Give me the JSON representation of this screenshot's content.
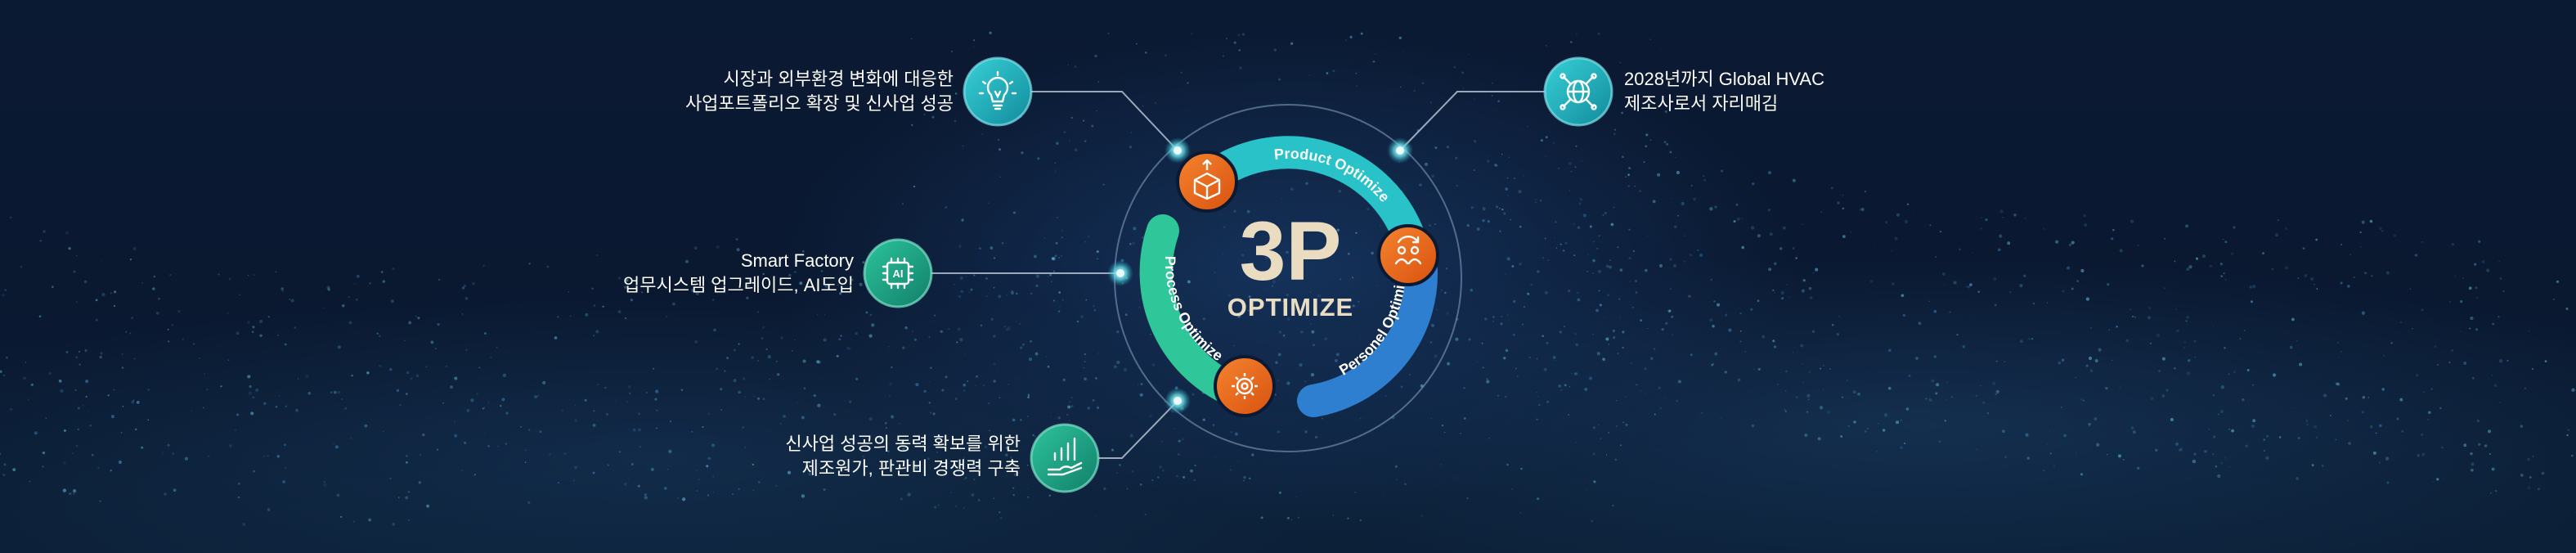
{
  "center": {
    "title": "3P",
    "subtitle": "OPTIMIZE"
  },
  "arcs": {
    "product": "Product Optimize",
    "personal": "Personel Optimize",
    "process": "Process Optimize"
  },
  "callouts": {
    "top_left": {
      "line1": "시장과 외부환경 변화에 대응한",
      "line2": "사업포트폴리오 확장 및 신사업 성공",
      "icon": "lightbulb-icon"
    },
    "mid_left": {
      "line1": "Smart Factory",
      "line2": "업무시스템 업그레이드, AI도입",
      "icon": "ai-chip-icon"
    },
    "bottom_left": {
      "line1": "신사업 성공의 동력 확보를 위한",
      "line2": "제조원가, 판관비 경쟁력 구축",
      "icon": "growth-chart-hand-icon"
    },
    "top_right": {
      "line1": "2028년까지 Global HVAC",
      "line2": "제조사로서 자리매김",
      "icon": "globe-network-icon"
    }
  },
  "colors": {
    "product_arc": "#29c2c9",
    "personal_arc": "#2f7fd0",
    "process_arc": "#2fc79a",
    "node_orange": "#e8641c",
    "title_gold": "#e9dcc0",
    "teal_icon": "#1aa6b4",
    "green_icon": "#1f9e86"
  }
}
